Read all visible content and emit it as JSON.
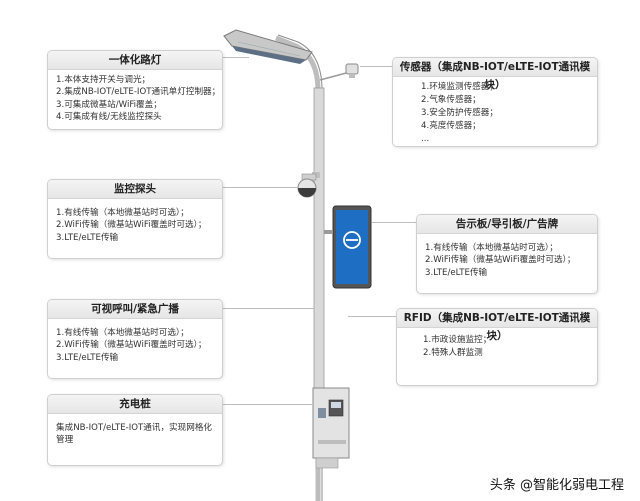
{
  "boxes": {
    "street_light": {
      "title": "一体化路灯",
      "items": [
        "1.本体支持开关与调光；",
        "2.集成NB-IOT/eLTE-IOT通讯单灯控制器；",
        "3.可集成微基站/WiFi覆盖；",
        "4.可集成有线/无线监控探头"
      ]
    },
    "sensor": {
      "title": "传感器（集成NB-IOT/eLTE-IOT通讯模块）",
      "items": [
        "1.环境监测传感器；",
        "2.气象传感器；",
        "3.安全防护传感器；",
        "4.亮度传感器；",
        "..."
      ]
    },
    "camera": {
      "title": "监控探头",
      "items": [
        "1.有线传输（本地微基站时可选）；",
        "2.WiFi传输（微基站WiFi覆盖时可选）；",
        "3.LTE/eLTE传输"
      ]
    },
    "signboard": {
      "title": "告示板/导引板/广告牌",
      "items": [
        "1.有线传输（本地微基站时可选）；",
        "2.WiFi传输（微基站WiFi覆盖时可选）；",
        "3.LTE/eLTE传输"
      ]
    },
    "intercom": {
      "title": "可视呼叫/紧急广播",
      "items": [
        "1.有线传输（本地微基站时可选）；",
        "2.WiFi传输（微基站WiFi覆盖时可选）；",
        "3.LTE/eLTE传输"
      ]
    },
    "rfid": {
      "title": "RFID（集成NB-IOT/eLTE-IOT通讯模块）",
      "items": [
        "1.市政设施监控；",
        "2.特殊人群监测"
      ]
    },
    "charging": {
      "title": "充电桩",
      "items": [
        "集成NB-IOT/eLTE-IOT通讯，实现网格化",
        "管理"
      ]
    }
  },
  "watermark": "头条 @智能化弱电工程",
  "colors": {
    "pole": "#d9d9d9",
    "pole_edge": "#9a9a9a",
    "screen": "#1e6fc4",
    "connector": "#bdbdbd"
  }
}
